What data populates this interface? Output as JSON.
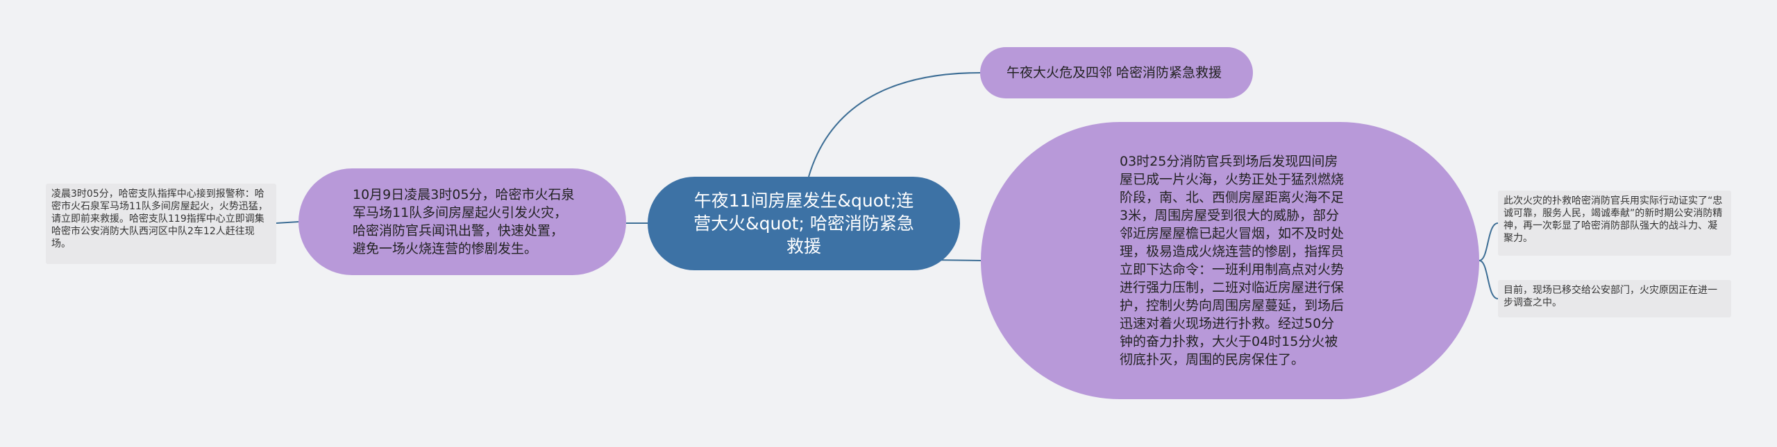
{
  "mindmap": {
    "center": "午夜11间房屋发生&quot;连营大火&quot; 哈密消防紧急救援",
    "left_branch": "10月9日凌晨3时05分，哈密市火石泉军马场11队多间房屋起火引发火灾，哈密消防官兵闻讯出警，快速处置，避免一场火烧连营的惨剧发生。",
    "left_leaf": "凌晨3时05分，哈密支队指挥中心接到报警称：哈密市火石泉军马场11队多间房屋起火，火势迅猛，请立即前来救援。哈密支队119指挥中心立即调集哈密市公安消防大队西河区中队2车12人赶往现场。",
    "top_branch": "午夜大火危及四邻 哈密消防紧急救援",
    "right_branch": "03时25分消防官兵到场后发现四间房屋已成一片火海，火势正处于猛烈燃烧阶段，南、北、西侧房屋距离火海不足3米，周围房屋受到很大的威胁，部分邻近房屋屋檐已起火冒烟，如不及时处理，极易造成火烧连营的惨剧，指挥员立即下达命令：一班利用制高点对火势进行强力压制，二班对临近房屋进行保护，控制火势向周围房屋蔓延，到场后迅速对着火现场进行扑救。经过50分钟的奋力扑救，大火于04时15分火被彻底扑灭，周围的民房保住了。",
    "right_leaf_1": "此次火灾的扑救哈密消防官兵用实际行动证实了“忠诚可靠，服务人民，竭诚奉献”的新时期公安消防精神，再一次彰显了哈密消防部队强大的战斗力、凝聚力。",
    "right_leaf_2": "目前，现场已移交给公安部门，火灾原因正在进一步调查之中。"
  },
  "colors": {
    "center_fill": "#3d72a5",
    "branch_fill": "#b899d9",
    "leaf_fill": "#e8e8ea",
    "connector": "#3d6e95",
    "background": "#f1f2f4"
  }
}
